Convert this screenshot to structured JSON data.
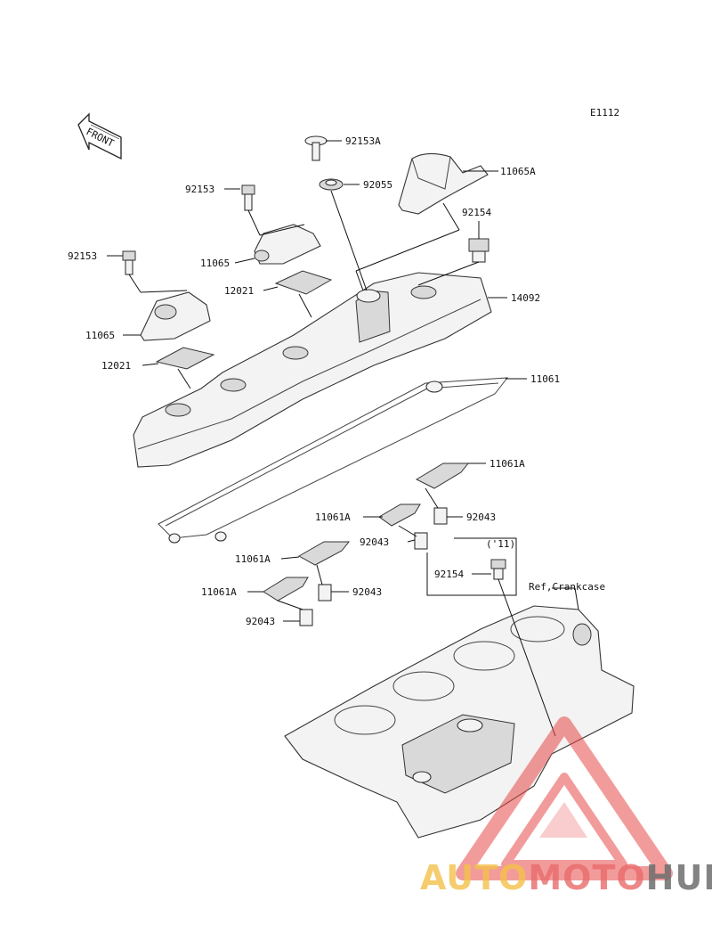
{
  "diagram": {
    "code": "E1112",
    "front_label": "FRONT",
    "ref_label": "Ref,Crankcase",
    "year_note": "('11)"
  },
  "labels": [
    "92153A",
    "92055",
    "11065A",
    "92153",
    "92154",
    "11065",
    "92153",
    "12021",
    "14092",
    "11065",
    "12021",
    "11061",
    "11061A",
    "11061A",
    "92043",
    "92043",
    "11061A",
    "92154",
    "11061A",
    "92043",
    "92043"
  ],
  "watermark": {
    "parts": [
      "AUTO",
      "MOTO",
      "HUB"
    ],
    "colors": {
      "auto": "#f2c04a",
      "moto": "#e86a6a",
      "hub": "#6d6d6d",
      "triangle": "#e84a4a"
    }
  }
}
